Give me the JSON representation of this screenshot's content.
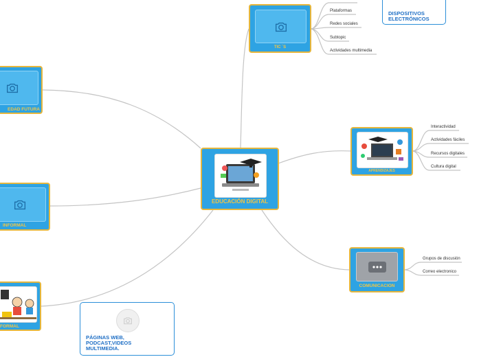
{
  "center": {
    "label": "EDUCACIÓN DIGITAL",
    "image": "laptop-education-illustration"
  },
  "branches": {
    "tics": {
      "label": "TIC ´S",
      "icon": "camera-icon"
    },
    "sociedad": {
      "label": "EDAD FUTURA",
      "icon": "camera-icon"
    },
    "informal": {
      "label": "INFORMAL",
      "icon": "camera-icon"
    },
    "formal": {
      "label": "FORMAL",
      "image": "kids-classroom-illustration"
    },
    "aprendizajes": {
      "label": "APRENDIZAJES",
      "image": "education-icons-laptop-illustration"
    },
    "comunicacion": {
      "label": "COMUNICACION",
      "icon": "more-options-icon"
    }
  },
  "tics_children": [
    "Plataformas",
    "Redes sociales",
    "Subtopic",
    "Actividades multimedia"
  ],
  "aprendizajes_children": [
    "Interactividad",
    "Actividades fáciles",
    "Recursos digitales",
    "Cultura digital"
  ],
  "comunicacion_children": [
    "Grupos de discusión",
    "Correo electronico"
  ],
  "cards": {
    "dispositivos": {
      "label": "DISPOSITIVOS ELECTRÓNICOS",
      "icon": "camera-icon"
    },
    "paginas": {
      "label": "PÁGINAS WEB, PODCAST,VIDEOS MULTIMEDIA.",
      "icon": "camera-icon"
    }
  },
  "colors": {
    "node_fill": "#2ea3e3",
    "node_border": "#e6b63c",
    "label": "#f4c542",
    "card_border": "#2a8ed8",
    "card_text": "#1f6fc5",
    "link": "#bdbdbd"
  }
}
